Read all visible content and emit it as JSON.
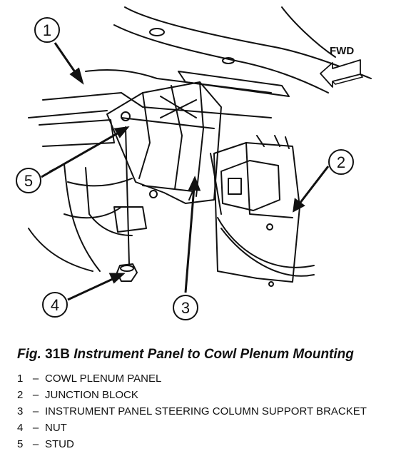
{
  "figure": {
    "direction_label": "FWD",
    "callouts": [
      "1",
      "2",
      "3",
      "4",
      "5"
    ],
    "caption": {
      "label": "Fig.",
      "number": "31B",
      "title": "Instrument Panel to Cowl Plenum Mounting"
    },
    "legend": [
      {
        "num": "1",
        "dash": "–",
        "text": "COWL PLENUM PANEL"
      },
      {
        "num": "2",
        "dash": "–",
        "text": "JUNCTION BLOCK"
      },
      {
        "num": "3",
        "dash": "–",
        "text": "INSTRUMENT PANEL STEERING COLUMN SUPPORT BRACKET"
      },
      {
        "num": "4",
        "dash": "–",
        "text": "NUT"
      },
      {
        "num": "5",
        "dash": "–",
        "text": "STUD"
      }
    ]
  }
}
